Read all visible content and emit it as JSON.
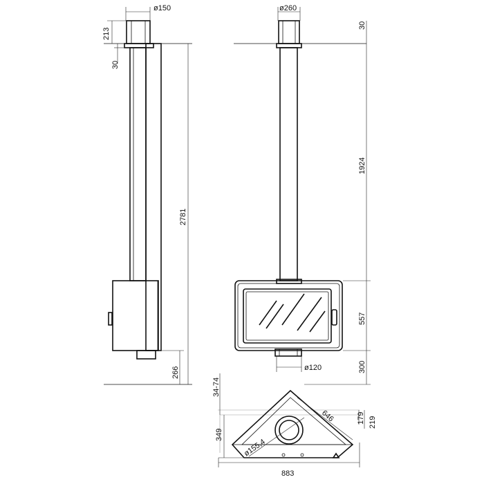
{
  "drawing": {
    "side_view": {
      "flue_diameter": "ø150",
      "top_offset": "213",
      "ceiling_gap": "30",
      "total_height": "2781",
      "floor_clearance": "266"
    },
    "front_view": {
      "flue_diameter": "ø260",
      "ceiling_gap": "30",
      "pipe_length": "1924",
      "firebox_height": "557",
      "bottom_clearance": "300",
      "outlet_diameter": "ø120"
    },
    "plan_view": {
      "wall_offset": "34-74",
      "diagonal": "646",
      "dim_179": "179",
      "dim_219": "219",
      "depth": "349",
      "flue_diameter": "ø155,4",
      "width": "883"
    }
  }
}
